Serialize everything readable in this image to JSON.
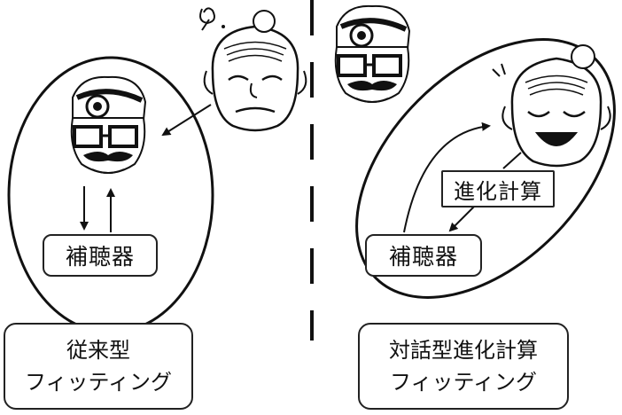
{
  "left_panel": {
    "device_label": "補聴器",
    "caption_line1": "従来型",
    "caption_line2": "フィッティング"
  },
  "right_panel": {
    "device_label": "補聴器",
    "process_label": "進化計算",
    "caption_line1": "対話型進化計算",
    "caption_line2": "フィッティング"
  },
  "colors": {
    "stroke": "#111111",
    "background": "#ffffff"
  }
}
